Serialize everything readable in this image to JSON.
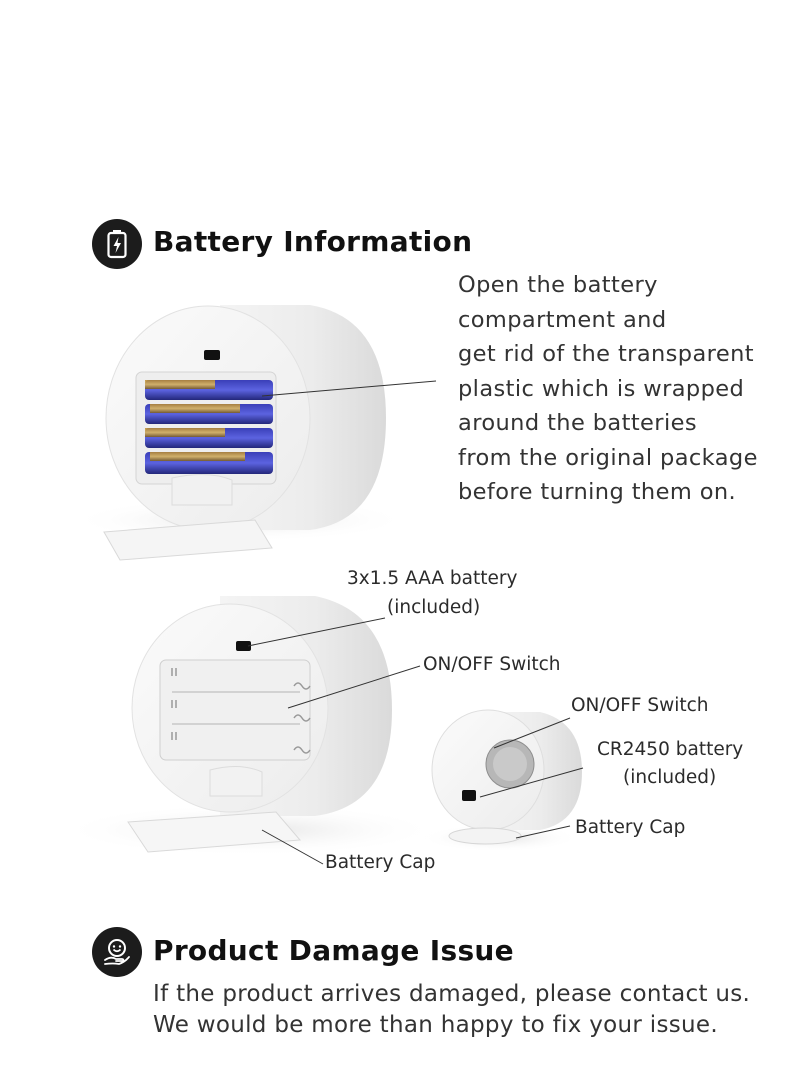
{
  "battery_section": {
    "icon": "battery-icon",
    "title": "Battery Information",
    "description_lines": [
      "Open the battery",
      "compartment and",
      "get rid of the transparent",
      "plastic which is wrapped",
      "around the batteries",
      "from the original package",
      "before turning them on."
    ]
  },
  "callouts": {
    "aaa_battery_line1": "3x1.5 AAA battery",
    "aaa_battery_line2": "(included)",
    "switch_large": "ON/OFF Switch",
    "cap_large": "Battery Cap",
    "switch_small": "ON/OFF Switch",
    "cr2450_line1": "CR2450 battery",
    "cr2450_line2": "(included)",
    "cap_small": "Battery Cap"
  },
  "damage_section": {
    "icon": "smile-hand-icon",
    "title": "Product Damage Issue",
    "lines": [
      "If the product arrives damaged, please contact us.",
      "We would be more than happy to fix your issue."
    ]
  }
}
